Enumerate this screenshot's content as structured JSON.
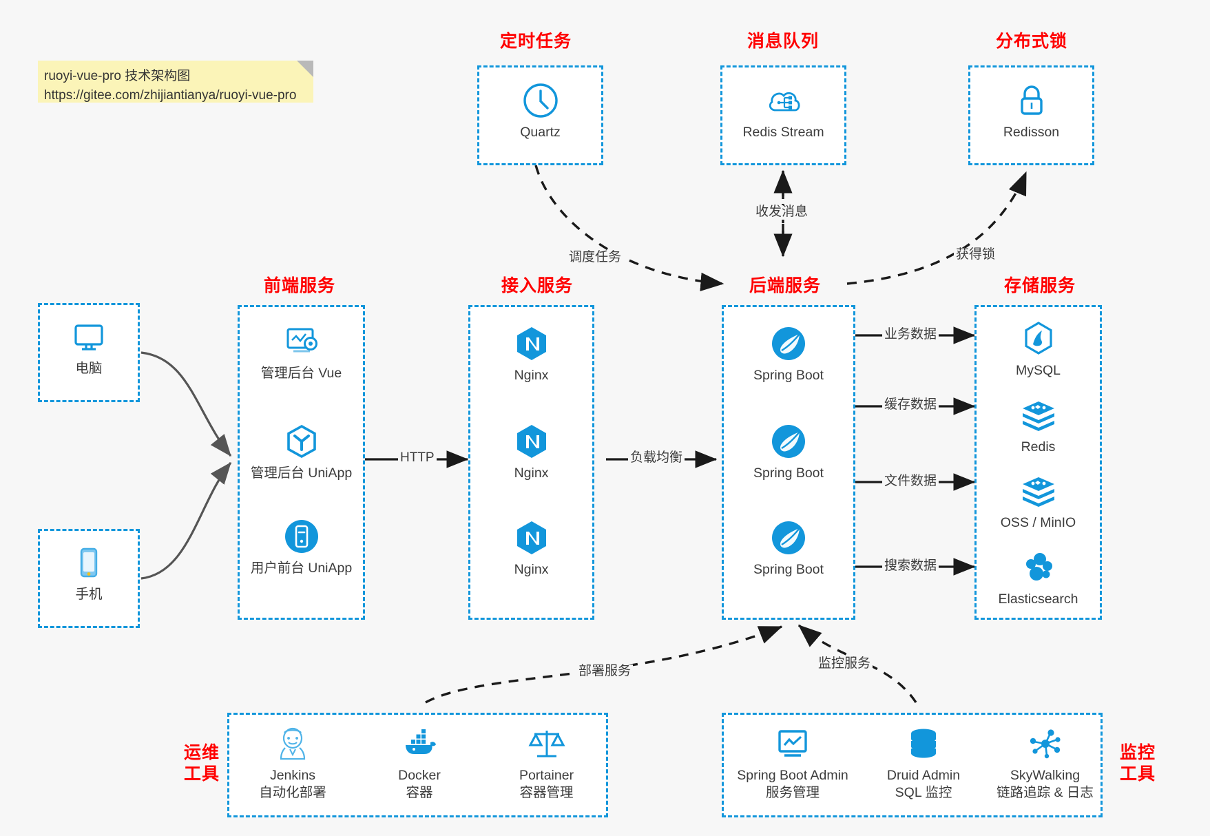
{
  "note": {
    "line1": "ruoyi-vue-pro 技术架构图",
    "line2": "https://gitee.com/zhijiantianya/ruoyi-vue-pro"
  },
  "groups": {
    "scheduled_task": "定时任务",
    "message_queue": "消息队列",
    "distributed_lock": "分布式锁",
    "frontend_service": "前端服务",
    "gateway_service": "接入服务",
    "backend_service": "后端服务",
    "storage_service": "存储服务",
    "devops_tools": "运维\n工具",
    "devops_tools_l1": "运维",
    "devops_tools_l2": "工具",
    "monitor_tools_l1": "监控",
    "monitor_tools_l2": "工具"
  },
  "nodes": {
    "quartz": "Quartz",
    "redis_stream": "Redis Stream",
    "redisson": "Redisson",
    "computer": "电脑",
    "phone": "手机",
    "admin_vue": "管理后台 Vue",
    "admin_uniapp": "管理后台 UniApp",
    "user_uniapp": "用户前台 UniApp",
    "nginx1": "Nginx",
    "nginx2": "Nginx",
    "nginx3": "Nginx",
    "springboot1": "Spring Boot",
    "springboot2": "Spring Boot",
    "springboot3": "Spring Boot",
    "mysql": "MySQL",
    "redis": "Redis",
    "oss_minio": "OSS / MinIO",
    "elasticsearch": "Elasticsearch",
    "jenkins": "Jenkins",
    "jenkins_sub": "自动化部署",
    "docker": "Docker",
    "docker_sub": "容器",
    "portainer": "Portainer",
    "portainer_sub": "容器管理",
    "sba": "Spring Boot Admin",
    "sba_sub": "服务管理",
    "druid": "Druid Admin",
    "druid_sub": "SQL 监控",
    "skywalking": "SkyWalking",
    "skywalking_sub": "链路追踪 & 日志"
  },
  "edges": {
    "schedule_task": "调度任务",
    "send_recv_msg": "收发消息",
    "acquire_lock": "获得锁",
    "http": "HTTP",
    "load_balance": "负载均衡",
    "business_data": "业务数据",
    "cache_data": "缓存数据",
    "file_data": "文件数据",
    "search_data": "搜索数据",
    "deploy_service": "部署服务",
    "monitor_service": "监控服务"
  },
  "colors": {
    "accent": "#1296db",
    "title": "#ff0000",
    "text": "#3c3c3c",
    "background": "#f7f7f7",
    "note": "#fbf4b8",
    "arrow": "#1a1a1a",
    "curve": "#555555"
  }
}
